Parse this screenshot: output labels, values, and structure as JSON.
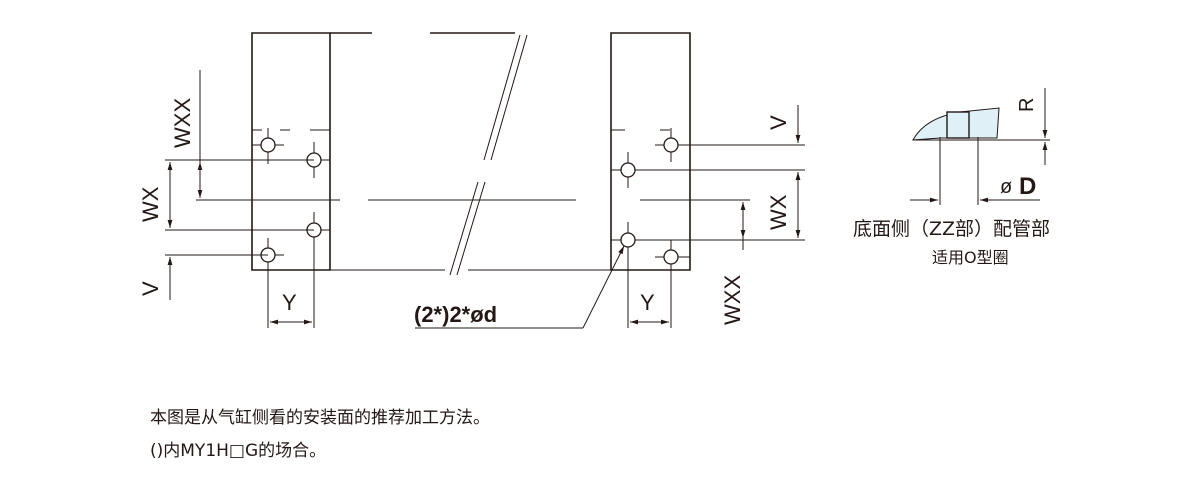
{
  "labels": {
    "wxx_left": "WXX",
    "wx_left": "WX",
    "v_left": "V",
    "y_left": "Y",
    "hole_callout": "(2*)2*ød",
    "y_right": "Y",
    "v_right": "V",
    "wx_right": "WX",
    "wxx_right": "WXX",
    "r_label": "R",
    "d_label_prefix": "ø",
    "d_label": "D",
    "detail_caption": "底面侧（ZZ部）配管部",
    "detail_subcaption": "适用O型圈"
  },
  "notes": {
    "line1": "本图是从气缸侧看的安装面的推荐加工方法。",
    "line2": "()内MY1H□G的场合。"
  },
  "colors": {
    "line": "#231815",
    "oring_fill": "#dff0f7"
  }
}
